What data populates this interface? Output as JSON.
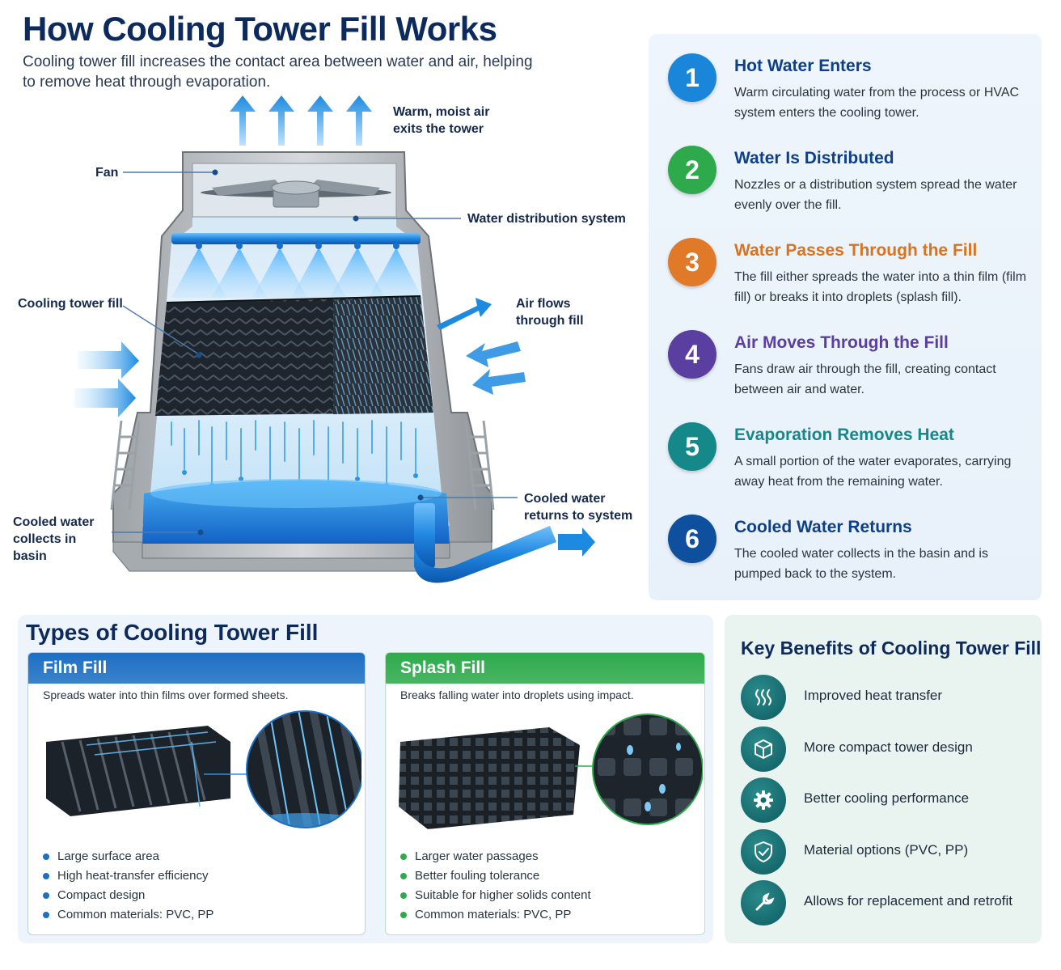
{
  "header": {
    "title": "How Cooling Tower Fill Works",
    "subtitle": "Cooling tower fill increases the contact area between water and air, helping to remove heat through evaporation."
  },
  "diagram": {
    "callouts": {
      "exit_air": "Warm, moist air exits the tower",
      "fan": "Fan",
      "distribution": "Water distribution system",
      "fill": "Cooling tower fill",
      "air_flow": "Air flows through fill",
      "basin": "Cooled water collects in basin",
      "returns": "Cooled water returns to system"
    }
  },
  "steps": [
    {
      "num": "1",
      "title": "Hot Water Enters",
      "desc": "Warm circulating water from the process or HVAC system enters the cooling tower.",
      "color": "#1a86d9",
      "title_color": "#0d3f8a"
    },
    {
      "num": "2",
      "title": "Water Is Distributed",
      "desc": "Nozzles or a distribution system spread the water evenly over the fill.",
      "color": "#2eaa4c",
      "title_color": "#0d3f8a"
    },
    {
      "num": "3",
      "title": "Water Passes Through the Fill",
      "desc": "The fill either spreads the water into a thin film (film fill) or breaks it into droplets (splash fill).",
      "color": "#e07a28",
      "title_color": "#d9731f"
    },
    {
      "num": "4",
      "title": "Air Moves Through the Fill",
      "desc": "Fans draw air through the fill, creating contact between air and water.",
      "color": "#5b3fa0",
      "title_color": "#5b3fa0"
    },
    {
      "num": "5",
      "title": "Evaporation Removes Heat",
      "desc": "A small portion of the water evaporates, carrying away heat from the remaining water.",
      "color": "#15898a",
      "title_color": "#15898a"
    },
    {
      "num": "6",
      "title": "Cooled Water Returns",
      "desc": "The cooled water collects in the basin and is pumped back to the system.",
      "color": "#0e4f9e",
      "title_color": "#0d3f8a"
    }
  ],
  "types": {
    "title": "Types of Cooling Tower Fill",
    "film": {
      "title": "Film Fill",
      "desc": "Spreads water into thin films over formed sheets.",
      "color": "#1d6fc4",
      "bullets": [
        "Large surface area",
        "High heat-transfer efficiency",
        "Compact design",
        "Common materials: PVC, PP"
      ]
    },
    "splash": {
      "title": "Splash Fill",
      "desc": "Breaks falling water into droplets using impact.",
      "color": "#2eaa4c",
      "bullets": [
        "Larger water passages",
        "Better fouling tolerance",
        "Suitable for higher solids content",
        "Common materials: PVC, PP"
      ]
    }
  },
  "benefits": {
    "title": "Key Benefits of Cooling Tower Fill",
    "items": [
      {
        "label": "Improved heat transfer",
        "icon": "heat-waves-icon"
      },
      {
        "label": "More compact tower design",
        "icon": "cube-icon"
      },
      {
        "label": "Better cooling performance",
        "icon": "gear-icon"
      },
      {
        "label": "Material options (PVC, PP)",
        "icon": "shield-check-icon"
      },
      {
        "label": "Allows for replacement and retrofit",
        "icon": "wrench-icon"
      }
    ]
  }
}
